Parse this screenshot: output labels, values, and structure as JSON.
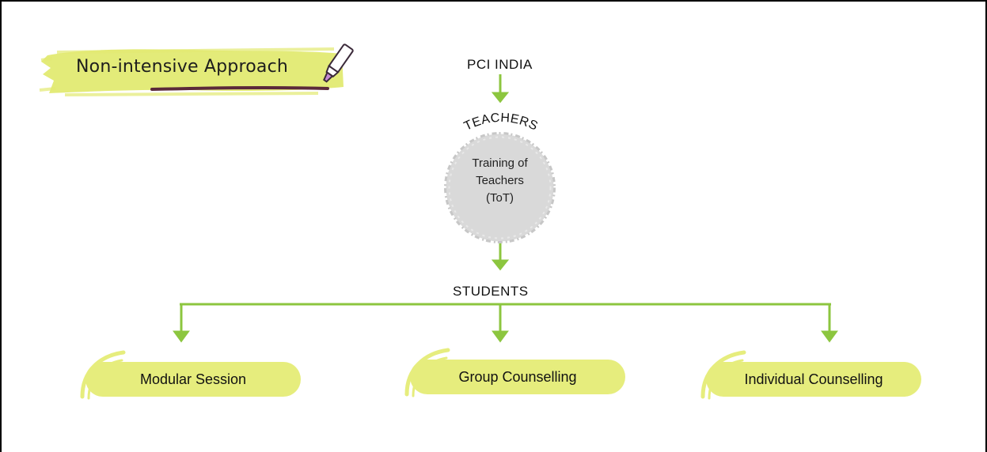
{
  "title": "Non-intensive Approach",
  "top_node": "PCI INDIA",
  "teachers_label": "TEACHERS",
  "circle": {
    "line1": "Training of",
    "line2": "Teachers",
    "line3": "(ToT)"
  },
  "students_label": "STUDENTS",
  "outcomes": [
    {
      "label": "Modular Session"
    },
    {
      "label": "Group Counselling"
    },
    {
      "label": "Individual Counselling"
    }
  ],
  "colors": {
    "arrow": "#8cc63f",
    "pill_fill": "#e6ed7d",
    "badge_fill": "#e2ea72",
    "circle_fill": "#d9d9d9",
    "underline": "#5b2a3a"
  },
  "icons": [
    "highlighter-pen-icon"
  ]
}
